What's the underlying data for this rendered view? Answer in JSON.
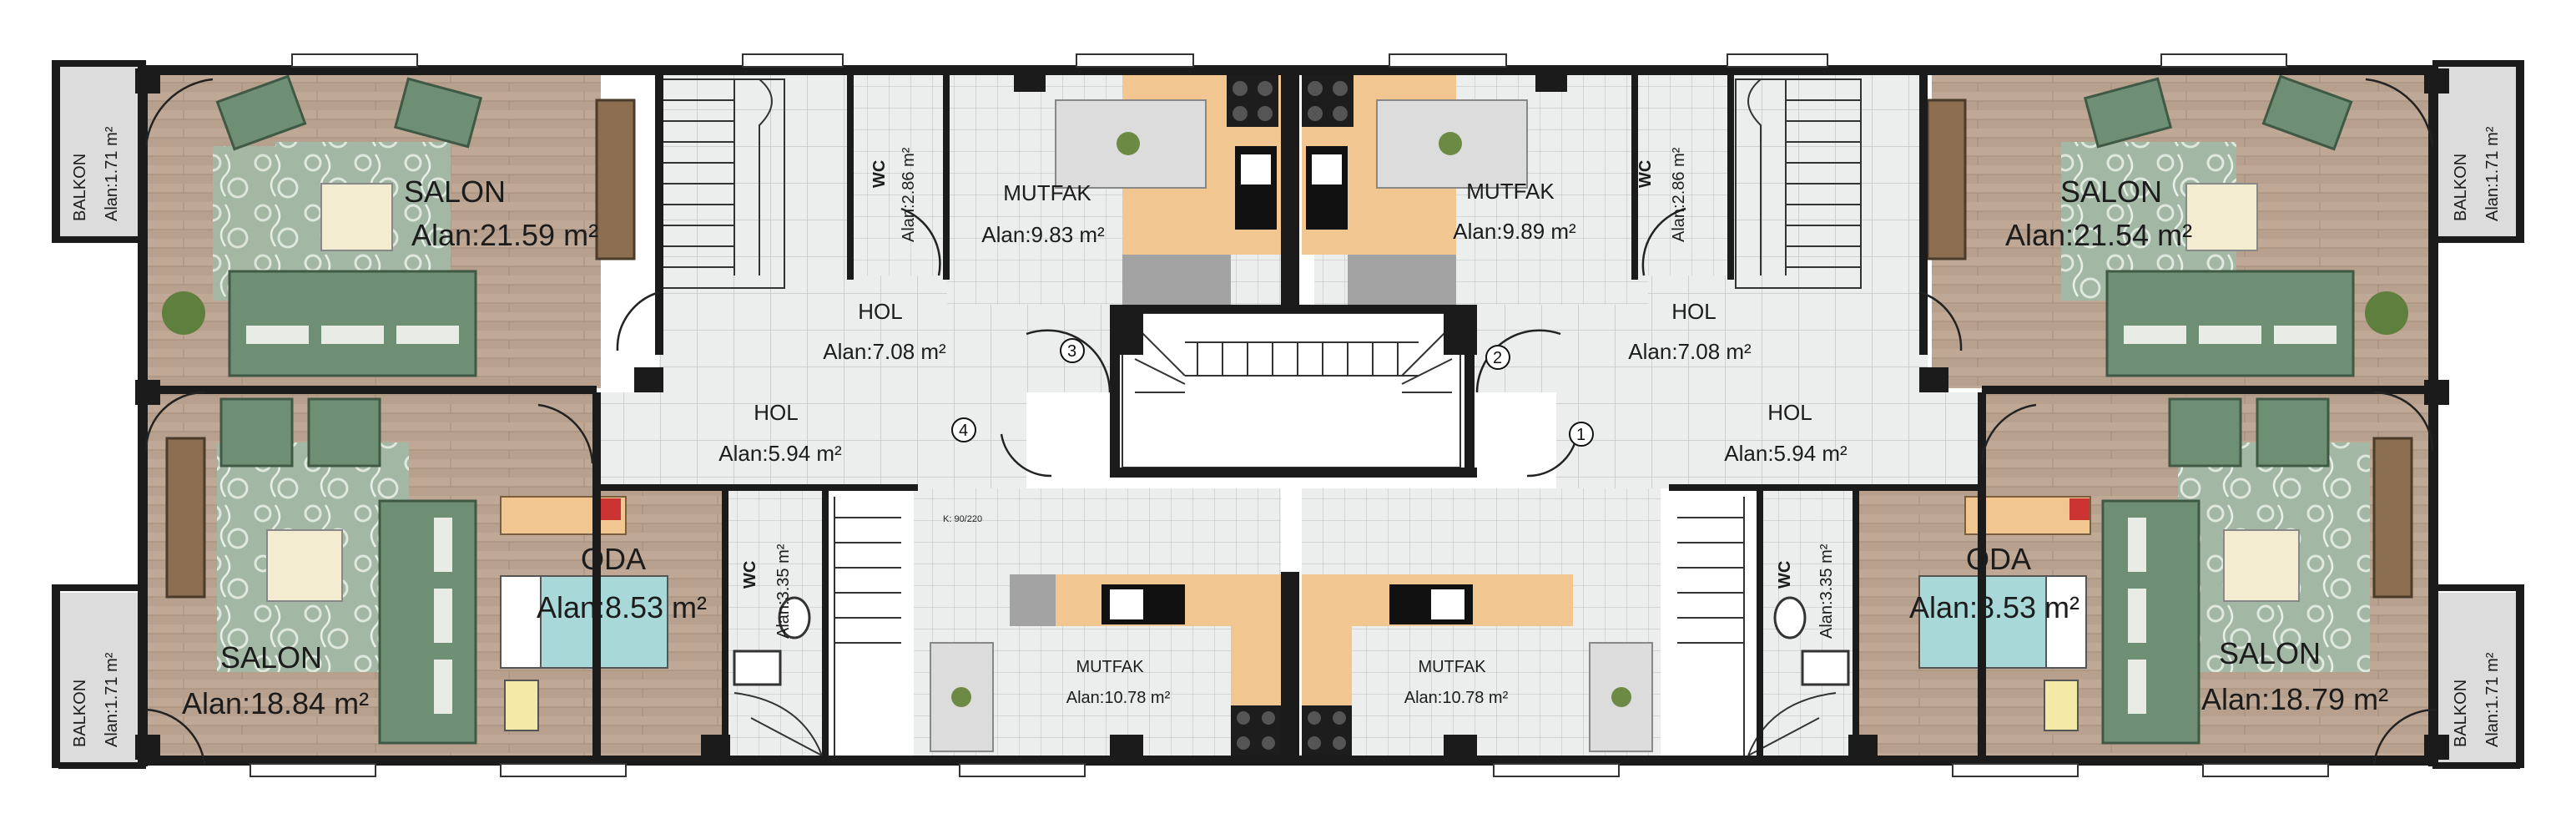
{
  "plan": {
    "rooms": {
      "salon_tl": {
        "name": "SALON",
        "area": "Alan:21.59 m²"
      },
      "salon_tr": {
        "name": "SALON",
        "area": "Alan:21.54 m²"
      },
      "salon_bl": {
        "name": "SALON",
        "area": "Alan:18.84 m²"
      },
      "salon_br": {
        "name": "SALON",
        "area": "Alan:18.79 m²"
      },
      "mutfak_tl": {
        "name": "MUTFAK",
        "area": "Alan:9.83 m²"
      },
      "mutfak_tr": {
        "name": "MUTFAK",
        "area": "Alan:9.89 m²"
      },
      "mutfak_bl": {
        "name": "MUTFAK",
        "area": "Alan:10.78 m²"
      },
      "mutfak_br": {
        "name": "MUTFAK",
        "area": "Alan:10.78 m²"
      },
      "wc_tl": {
        "name": "WC",
        "area": "Alan:2.86 m²"
      },
      "wc_tr": {
        "name": "WC",
        "area": "Alan:2.86 m²"
      },
      "wc_bl": {
        "name": "WC",
        "area": "Alan:3.35 m²"
      },
      "wc_br": {
        "name": "WC",
        "area": "Alan:3.35 m²"
      },
      "hol_tl": {
        "name": "HOL",
        "area": "Alan:7.08 m²"
      },
      "hol_tr": {
        "name": "HOL",
        "area": "Alan:7.08 m²"
      },
      "hol_bl": {
        "name": "HOL",
        "area": "Alan:5.94 m²"
      },
      "hol_br": {
        "name": "HOL",
        "area": "Alan:5.94 m²"
      },
      "oda_l": {
        "name": "ODA",
        "area": "Alan:8.53 m²"
      },
      "oda_r": {
        "name": "ODA",
        "area": "Alan:8.53 m²"
      },
      "balkon_tl": {
        "name": "BALKON",
        "area": "Alan:1.71 m²"
      },
      "balkon_tr": {
        "name": "BALKON",
        "area": "Alan:1.71 m²"
      },
      "balkon_bl": {
        "name": "BALKON",
        "area": "Alan:1.71 m²"
      },
      "balkon_br": {
        "name": "BALKON",
        "area": "Alan:1.71 m²"
      }
    },
    "door_numbers": [
      "1",
      "2",
      "3",
      "4"
    ],
    "stair_note": "K: 90/220",
    "colors": {
      "wall": "#1a1a1a",
      "parquet": "#b39a86",
      "tile": "#e9ebea",
      "sofa": "#6d8d73",
      "rug": "#9db39f",
      "counter": "#f0c48a",
      "balcony": "#d9d9d9"
    }
  }
}
